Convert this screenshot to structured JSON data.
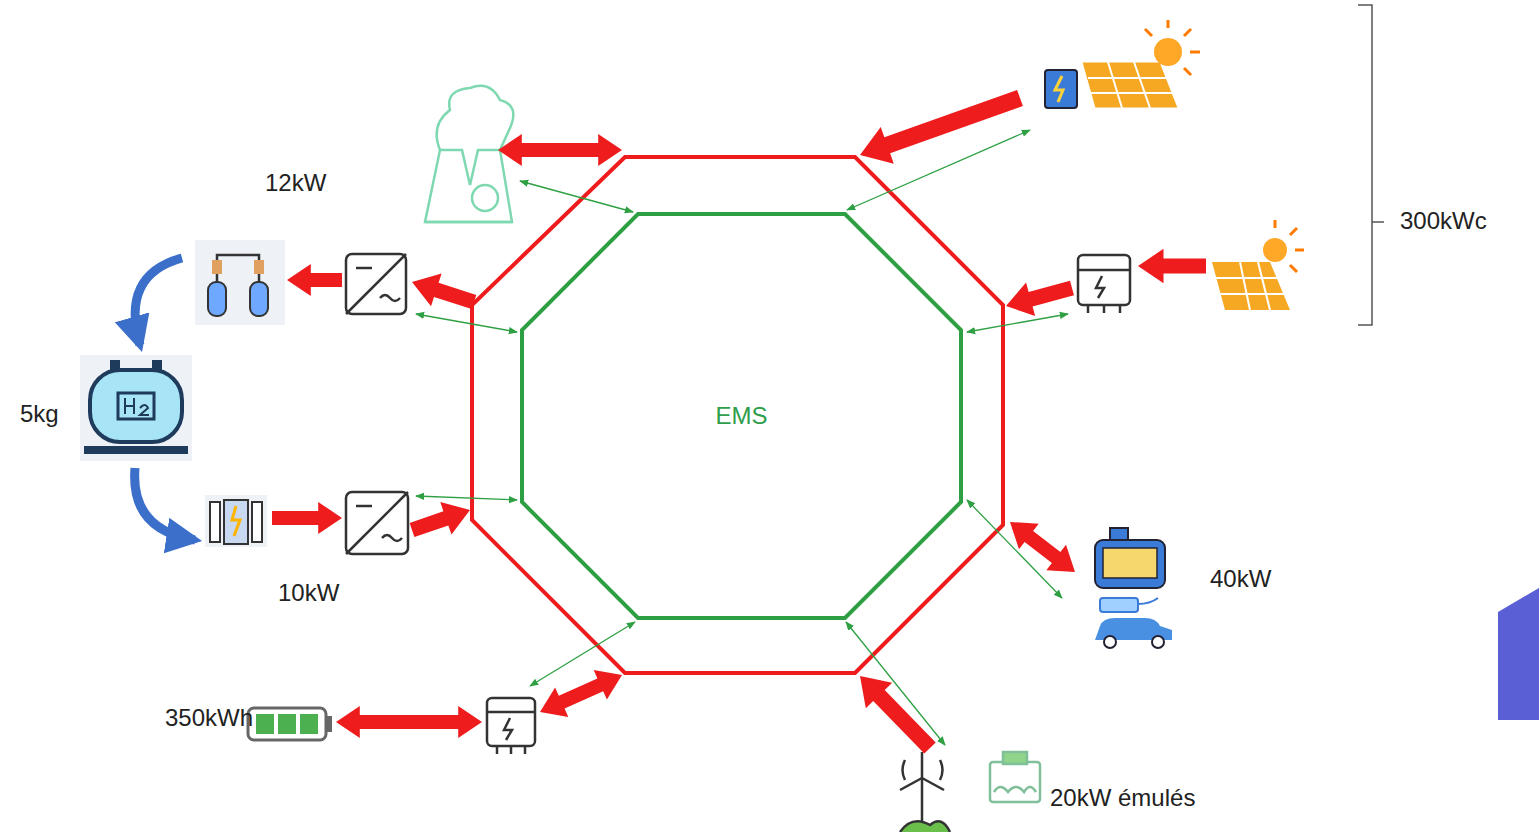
{
  "diagram": {
    "nodes": [
      {
        "text": [
          "EMS"
        ]
      }
    ],
    "labels": [
      "300kWc",
      "12kW",
      "5kg",
      "10kW",
      "40kW",
      "350kWh",
      "20kW émulés"
    ]
  }
}
